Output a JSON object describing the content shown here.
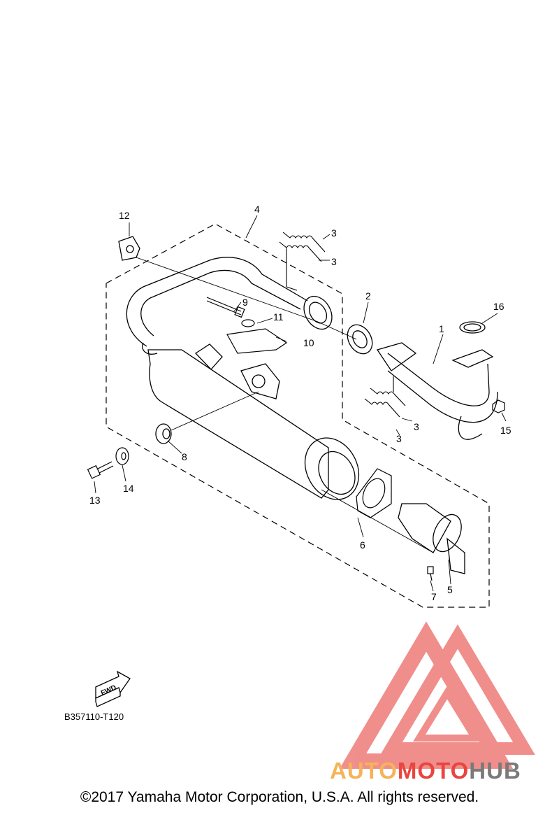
{
  "diagram": {
    "drawing_code": "B357110-T120",
    "fwd_label": "FWD",
    "copyright": "©2017 Yamaha Motor Corporation, U.S.A. All rights reserved.",
    "watermark": {
      "part1": "AUTO",
      "part2": "MOTO",
      "part3": "HUB",
      "colors": {
        "orange": "#f5b35a",
        "red": "#e9453f",
        "grey": "#7a7a7a",
        "logo": "#ee7b78"
      }
    },
    "callouts": [
      {
        "label": "1"
      },
      {
        "label": "2"
      },
      {
        "label": "3"
      },
      {
        "label": "3"
      },
      {
        "label": "3"
      },
      {
        "label": "3"
      },
      {
        "label": "4"
      },
      {
        "label": "5"
      },
      {
        "label": "6"
      },
      {
        "label": "7"
      },
      {
        "label": "8"
      },
      {
        "label": "9"
      },
      {
        "label": "10"
      },
      {
        "label": "11"
      },
      {
        "label": "12"
      },
      {
        "label": "13"
      },
      {
        "label": "14"
      },
      {
        "label": "15"
      },
      {
        "label": "16"
      }
    ]
  }
}
